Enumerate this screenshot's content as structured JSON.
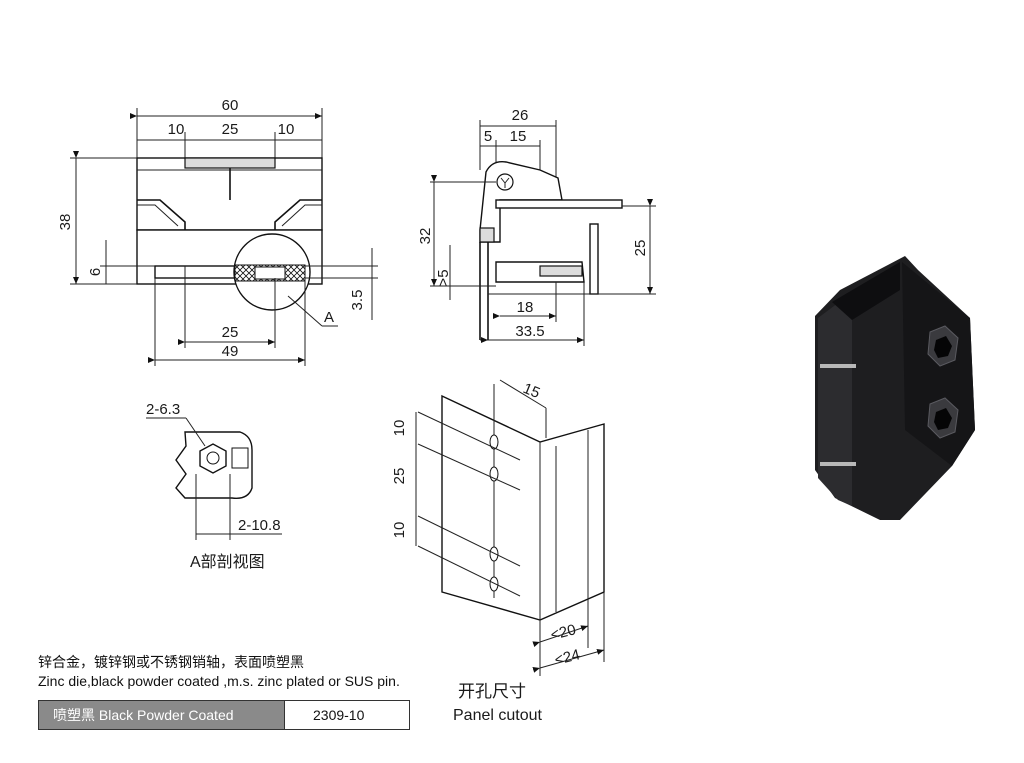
{
  "front_view": {
    "width_total": "60",
    "width_left": "10",
    "width_mid": "25",
    "width_right": "10",
    "height_total": "38",
    "height_small": "6",
    "depth_small": "3.5",
    "hole_spacing": "25",
    "base_width": "49",
    "section_label": "A"
  },
  "side_view": {
    "w_top": "26",
    "w_left": "5",
    "w_mid": "15",
    "h_left": "32",
    "h_right": "25",
    "h_min": ">5",
    "w_inner": "18",
    "w_base": "33.5"
  },
  "section_view": {
    "screw": "2-6.3",
    "hole": "2-10.8",
    "caption": "A部剖视图"
  },
  "panel_view": {
    "top_offset": "15",
    "d_top": "10",
    "d_mid": "25",
    "d_bot": "10",
    "w_inner": "<20",
    "w_outer": "<24",
    "caption_cn": "开孔尺寸",
    "caption_en": "Panel cutout"
  },
  "notes": {
    "line_cn": "锌合金，镀锌钢或不锈钢销轴，表面喷塑黑",
    "line_en": "Zinc die,black powder coated ,m.s. zinc plated or SUS pin."
  },
  "spec_bar": {
    "finish": "喷塑黑 Black Powder Coated",
    "part_no": "2309-10"
  },
  "colors": {
    "photo_body": "#1e1e20",
    "bar_fill": "#8a8a8a"
  }
}
